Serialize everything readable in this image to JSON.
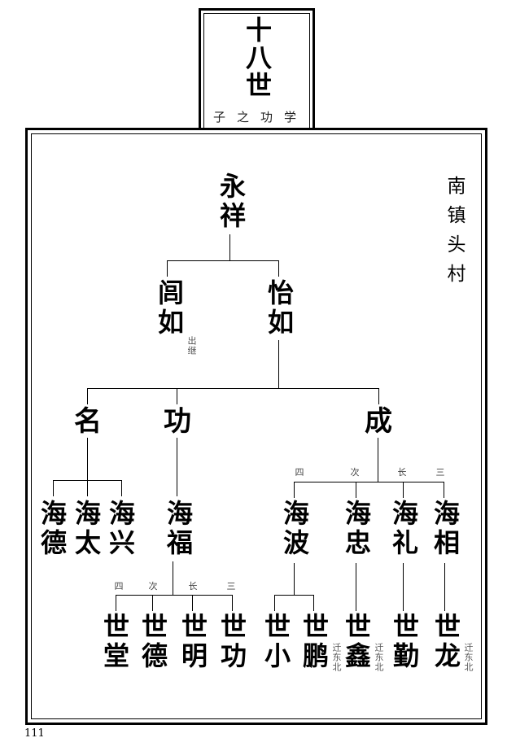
{
  "header": {
    "generation": "十八世",
    "subtitle": "子之功学"
  },
  "village": "南镇头村",
  "page_number": "111",
  "tree": {
    "root": "永祥",
    "gen2": [
      {
        "name": "闾如",
        "note": "出继"
      },
      {
        "name": "怡如"
      }
    ],
    "gen3": [
      "名",
      "功",
      "成"
    ],
    "gen4": {
      "ming_children": [
        "海德",
        "海太",
        "海兴"
      ],
      "gong_children": [
        "海福"
      ],
      "cheng_children": [
        "海波",
        "海忠",
        "海礼",
        "海相"
      ],
      "cheng_ranks": [
        "四",
        "次",
        "长",
        "三"
      ]
    },
    "gen5": {
      "haifu_children": [
        "世堂",
        "世德",
        "世明",
        "世功"
      ],
      "haifu_ranks": [
        "四",
        "次",
        "长",
        "三"
      ],
      "haibo_children": [
        "世小",
        "世鹏"
      ],
      "haizhong_children": [
        "世鑫"
      ],
      "haili_children": [
        "世勤"
      ],
      "haixiang_children": [
        "世龙"
      ],
      "note_moved": "迁东北"
    }
  }
}
